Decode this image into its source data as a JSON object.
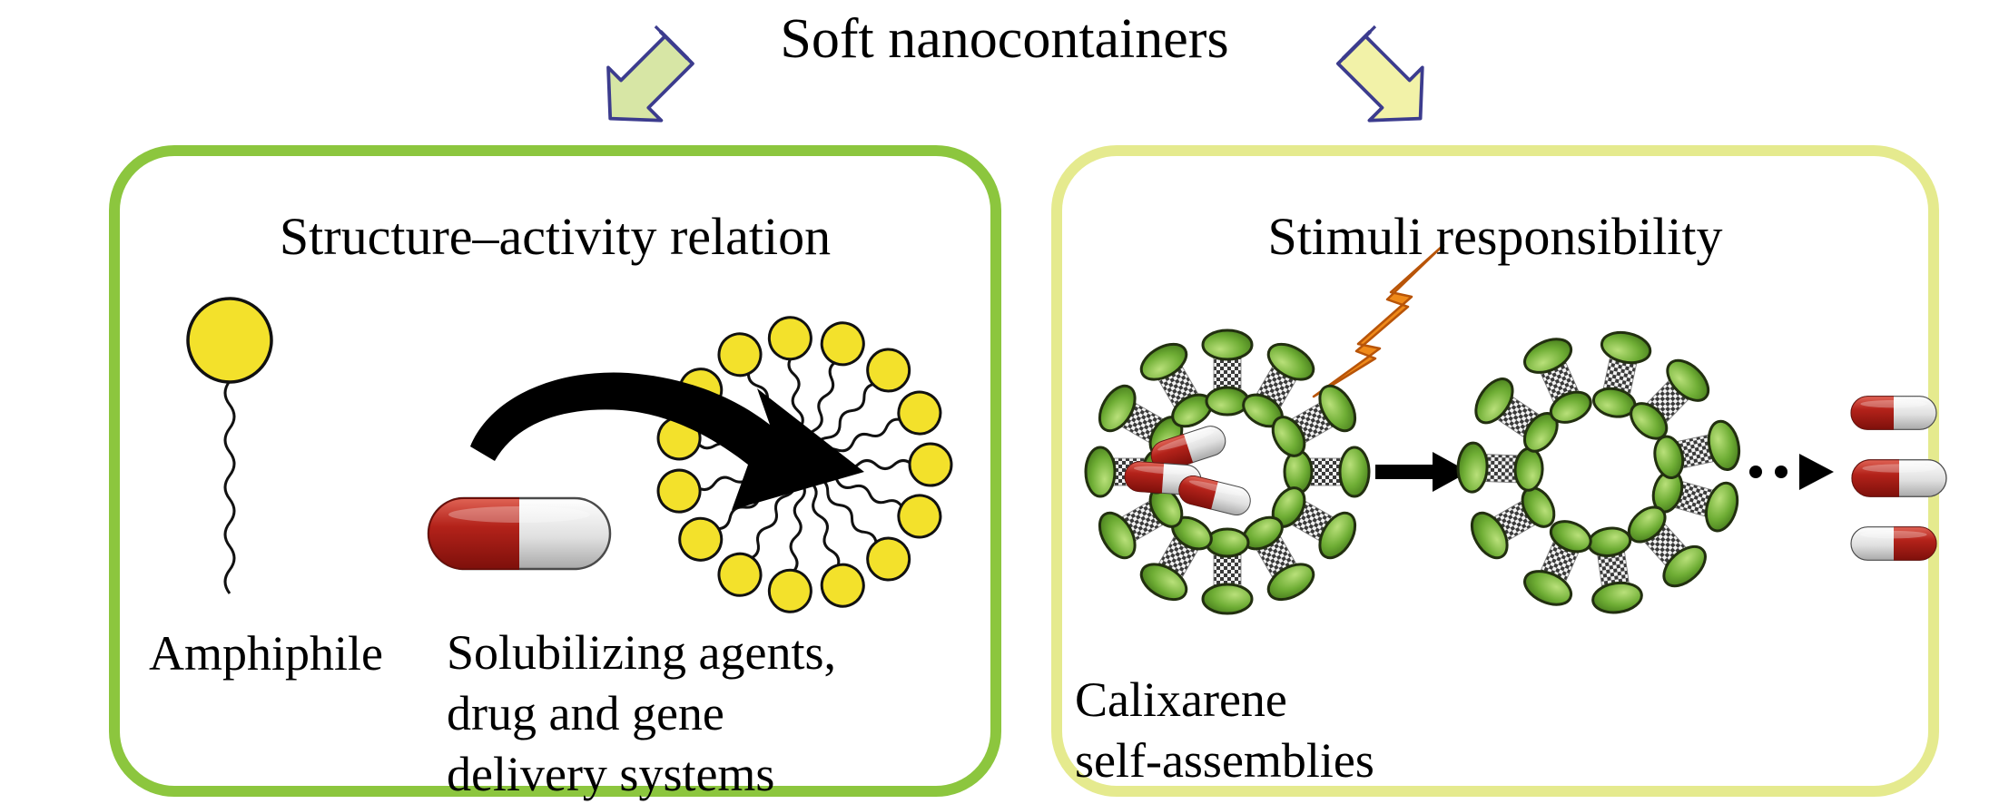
{
  "figure": {
    "title": "Soft nanocontainers"
  },
  "left_panel": {
    "title": "Structure–activity relation",
    "amphiphile_label": "Amphiphile",
    "applications_label": "Solubilizing agents,\ndrug and gene\ndelivery systems"
  },
  "right_panel": {
    "title": "Stimuli responsibility",
    "calixarene_label": "Calixarene\nself-assemblies"
  },
  "icons": {
    "down_left_arrow": "block-arrow-down-left",
    "down_right_arrow": "block-arrow-down-right",
    "lightning": "lightning-bolt-stimulus",
    "curved_arrow": "curved-swoosh-arrow",
    "solid_arrow": "solid-right-arrow",
    "dotted_arrow": "dotted-right-arrow",
    "amphiphile": "yellow-head-wavy-tail",
    "micelle": "micelle-of-amphiphiles",
    "pill": "red-white-capsule",
    "vesicle_closed": "calixarene-vesicle-closed",
    "vesicle_open": "calixarene-vesicle-open"
  },
  "colors": {
    "background": "#ffffff",
    "text": "#000000",
    "left_panel_border": "#8cc63e",
    "right_panel_border": "#e5ea8e",
    "arrow_left_fill": "#d7e6a5",
    "arrow_right_fill": "#f2f2a8",
    "arrow_outline": "#3c3c8e",
    "amphiphile_yellow": "#f3e12b",
    "pill_red": "#b3221a",
    "pill_body": "#d8d8d8",
    "calixarene_green": "#6fae35",
    "lightning_orange": "#ef8a1a"
  }
}
